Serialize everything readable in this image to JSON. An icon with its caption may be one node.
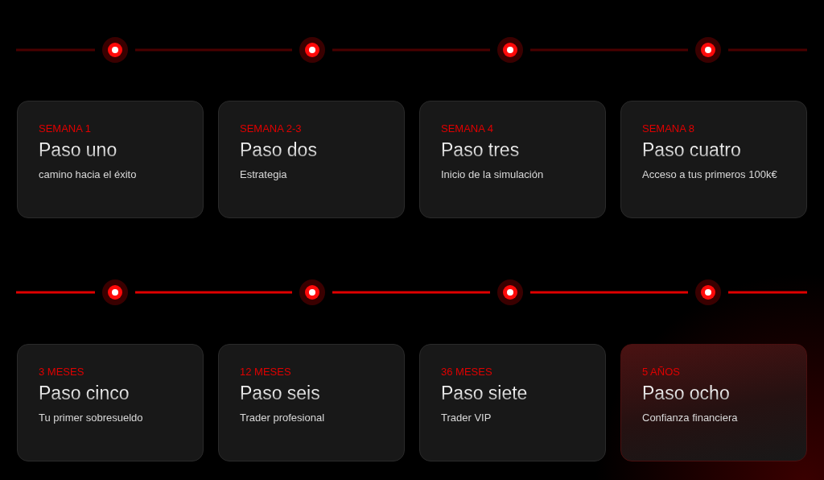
{
  "diagram": {
    "nodes": [
      {
        "text": [],
        "shape": "circle"
      },
      {
        "text": [],
        "shape": "circle"
      },
      {
        "text": [],
        "shape": "circle"
      },
      {
        "text": [],
        "shape": "circle"
      },
      {
        "text": [
          "SEMANA 1",
          "Paso uno",
          "camino hacia el éxito"
        ]
      },
      {
        "text": [
          "SEMANA 2-3",
          "Paso dos",
          "Estrategia"
        ]
      },
      {
        "text": [
          "SEMANA 4",
          "Paso tres",
          "Inicio de la simulación"
        ]
      },
      {
        "text": [
          "SEMANA 8",
          "Paso cuatro",
          "Acceso a tus primeros 100k€"
        ]
      },
      {
        "text": [],
        "shape": "circle"
      },
      {
        "text": [],
        "shape": "circle"
      },
      {
        "text": [],
        "shape": "circle"
      },
      {
        "text": [],
        "shape": "circle"
      },
      {
        "text": [
          "3 MESES",
          "Paso cinco",
          "Tu primer sobresueldo"
        ]
      },
      {
        "text": [
          "12 MESES",
          "Paso seis",
          "Trader profesional"
        ]
      },
      {
        "text": [
          "36 MESES",
          "Paso siete",
          "Trader VIP"
        ]
      },
      {
        "text": [
          "5 AÑOS",
          "Paso ocho",
          "Confianza financiera"
        ]
      }
    ],
    "edges": [
      {
        "from": null,
        "to": 0,
        "arrow": "none",
        "color": "#4a0000"
      },
      {
        "from": 0,
        "to": 1,
        "arrow": "none",
        "color": "#4a0000"
      },
      {
        "from": 1,
        "to": 2,
        "arrow": "none",
        "color": "#4a0000"
      },
      {
        "from": 2,
        "to": 3,
        "arrow": "none",
        "color": "#4a0000"
      },
      {
        "from": 3,
        "to": null,
        "arrow": "none",
        "color": "#4a0000"
      },
      {
        "from": null,
        "to": 8,
        "arrow": "none",
        "color": "#e00000"
      },
      {
        "from": 8,
        "to": 9,
        "arrow": "none",
        "color": "#e00000"
      },
      {
        "from": 9,
        "to": 10,
        "arrow": "none",
        "color": "#e00000"
      },
      {
        "from": 10,
        "to": 11,
        "arrow": "none",
        "color": "#e00000"
      },
      {
        "from": 11,
        "to": null,
        "arrow": "none",
        "color": "#e00000"
      }
    ]
  }
}
